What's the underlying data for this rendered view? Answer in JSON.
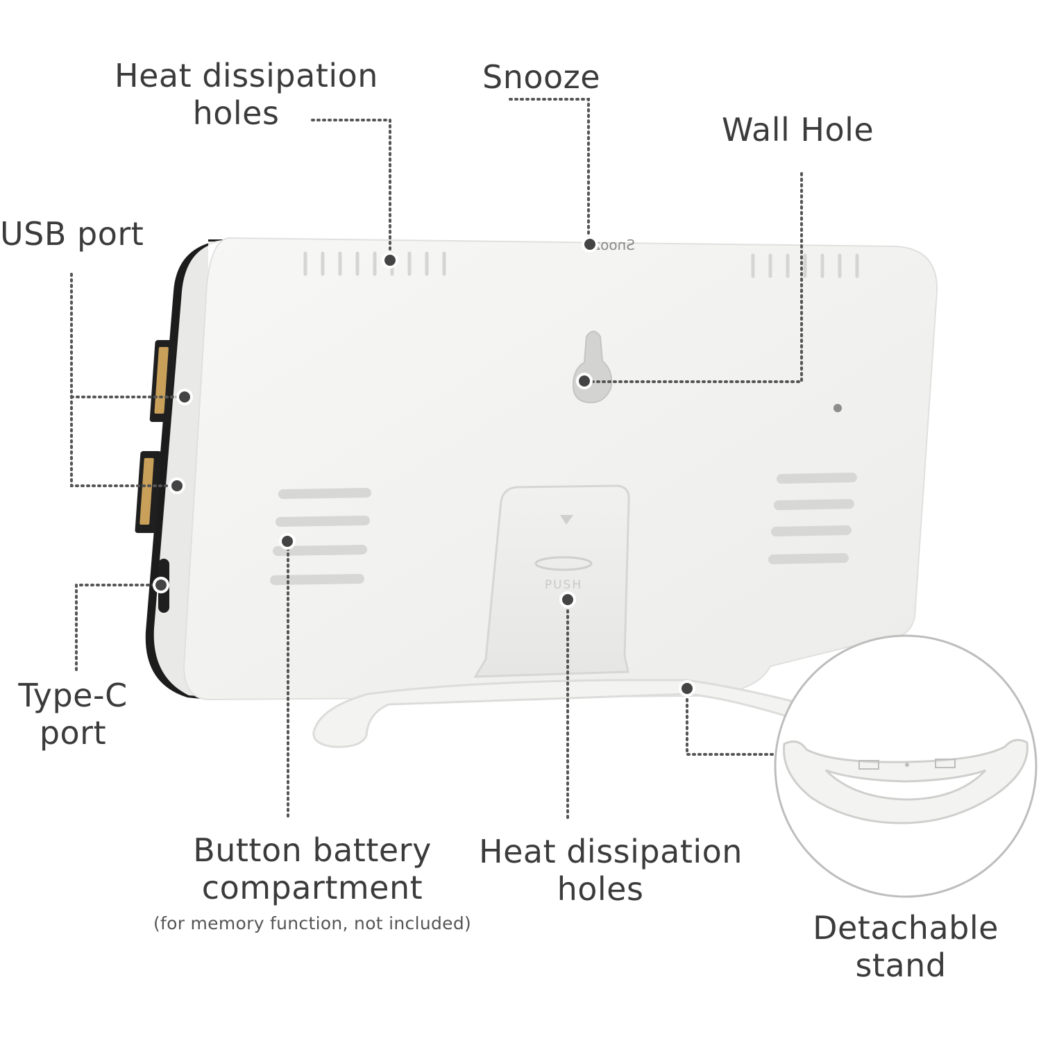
{
  "labels": {
    "heat_top_line1": "Heat dissipation",
    "heat_top_line2": "holes",
    "snooze": "Snooze",
    "wall_hole": "Wall Hole",
    "usb_port": "USB port",
    "typec_line1": "Type-C",
    "typec_line2": "port",
    "battery_line1": "Button battery",
    "battery_line2": "compartment",
    "battery_note": "(for memory function, not included)",
    "heat_bottom_line1": "Heat dissipation",
    "heat_bottom_line2": "holes",
    "stand_line1": "Detachable",
    "stand_line2": "stand"
  },
  "device_marks": {
    "snooze_print": "Snooze",
    "push_print": "PUSH"
  },
  "colors": {
    "text": "#3b3b3b",
    "leader": "#555555",
    "device_body": "#f4f4f2",
    "device_edge": "#1c1c1c",
    "port_accent": "#c9a05a",
    "inset_ring": "#bdbdbd"
  }
}
